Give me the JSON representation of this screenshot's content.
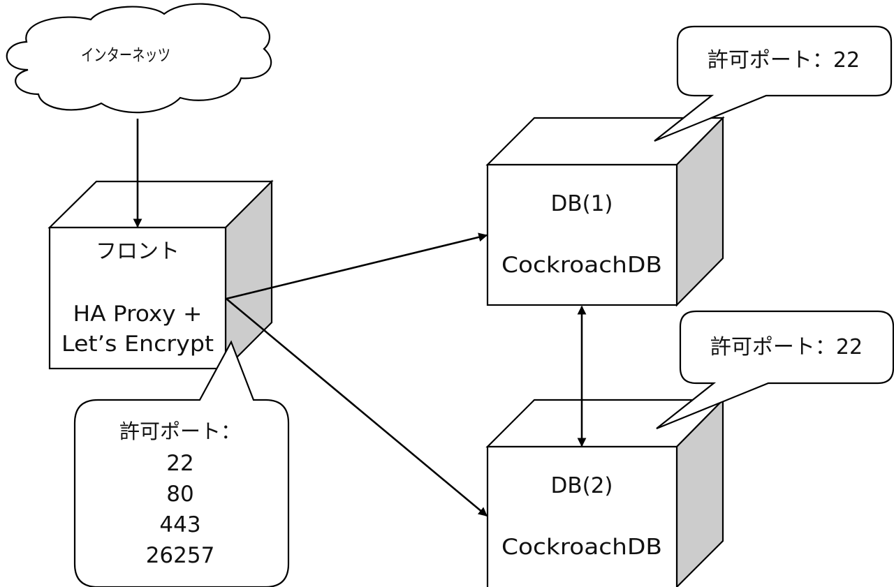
{
  "colors": {
    "line": "#000000",
    "fill": "#ffffff",
    "shade": "#cccccc"
  },
  "cloud": {
    "label": "インターネッツ"
  },
  "front": {
    "title": "フロント",
    "line1": "HA Proxy +",
    "line2": "Let’s Encrypt"
  },
  "db1": {
    "title": "DB(1)",
    "subtitle": "CockroachDB"
  },
  "db2": {
    "title": "DB(2)",
    "subtitle": "CockroachDB"
  },
  "callouts": {
    "front": {
      "heading": "許可ポート：",
      "ports": [
        "22",
        "80",
        "443",
        "26257"
      ]
    },
    "db1": {
      "text": "許可ポート：22"
    },
    "db2": {
      "text": "許可ポート：22"
    }
  },
  "edges": [
    {
      "from": "cloud",
      "to": "front",
      "direction": "forward"
    },
    {
      "from": "front",
      "to": "db1",
      "direction": "forward"
    },
    {
      "from": "front",
      "to": "db2",
      "direction": "forward"
    },
    {
      "from": "db1",
      "to": "db2",
      "direction": "both"
    }
  ]
}
